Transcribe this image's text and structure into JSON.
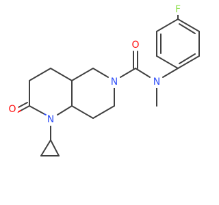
{
  "molecule": {
    "atoms": {
      "N1": {
        "symbol": "N",
        "color": "#3050f8"
      },
      "N2": {
        "symbol": "N",
        "color": "#3050f8"
      },
      "N3": {
        "symbol": "N",
        "color": "#3050f8"
      },
      "O1": {
        "symbol": "O",
        "color": "#ff0d0d"
      },
      "O2": {
        "symbol": "O",
        "color": "#ff0d0d"
      },
      "F1": {
        "symbol": "F",
        "color": "#90e050"
      }
    },
    "bond_color": "#404040"
  }
}
